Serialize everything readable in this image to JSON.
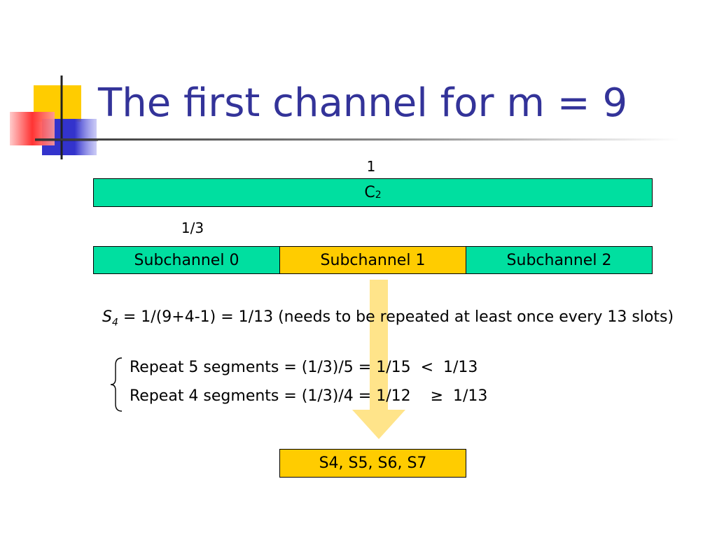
{
  "slide": {
    "title": "The first channel for m = 9"
  },
  "diagram": {
    "c2_fraction_label": "1",
    "c2_box": {
      "label": "C",
      "subscript": "2"
    },
    "subchannel_fraction_label": "1/3",
    "subchannels": [
      {
        "label": "Subchannel 0",
        "highlighted": false
      },
      {
        "label": "Subchannel 1",
        "highlighted": true
      },
      {
        "label": "Subchannel 2",
        "highlighted": false
      }
    ],
    "equation": {
      "variable": "S",
      "variable_subscript": "4",
      "text": " = 1/(9+4-1) = 1/13 (needs to be repeated at least once every 13 slots)"
    },
    "repeat_options": [
      "Repeat 5 segments = (1/3)/5 = 1/15  <  1/13",
      "Repeat 4 segments = (1/3)/4 = 1/12    ≥  1/13"
    ],
    "result_box": "S4, S5, S6, S7"
  },
  "colors": {
    "title": "#333399",
    "segment_green": "#00dfa0",
    "segment_gold": "#ffcc00",
    "arrow": "#ffe48a",
    "logo_yellow": "#ffcc00",
    "logo_blue": "#3333cc",
    "logo_red": "#ff3333"
  },
  "icons": {
    "logo": "slide-logo-decoration",
    "arrow": "down-arrow"
  }
}
